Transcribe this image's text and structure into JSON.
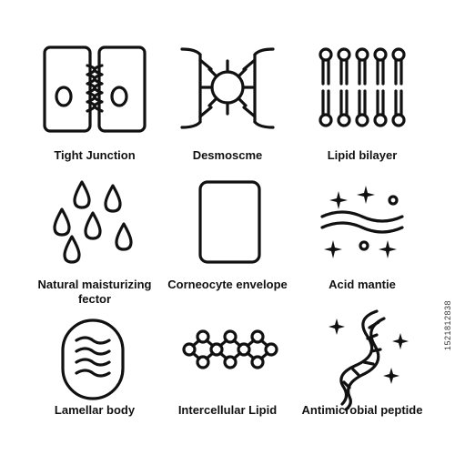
{
  "icons": [
    {
      "label": "Tight Junction",
      "icon": "tight-junction-icon"
    },
    {
      "label": "Desmoscme",
      "icon": "desmosome-icon"
    },
    {
      "label": "Lipid bilayer",
      "icon": "lipid-bilayer-icon"
    },
    {
      "label": "Natural maisturizing fector",
      "icon": "water-drops-icon"
    },
    {
      "label": "Corneocyte envelope",
      "icon": "rounded-rectangle-icon"
    },
    {
      "label": "Acid mantie",
      "icon": "waves-sparkles-icon"
    },
    {
      "label": "Lamellar body",
      "icon": "lamellar-body-icon"
    },
    {
      "label": "Intercellular Lipid",
      "icon": "lipid-chain-icon"
    },
    {
      "label": "Antimicrobial peptide",
      "icon": "dna-helix-icon"
    }
  ],
  "watermark": "1521812838",
  "colors": {
    "stroke": "#111111",
    "background": "#ffffff"
  }
}
